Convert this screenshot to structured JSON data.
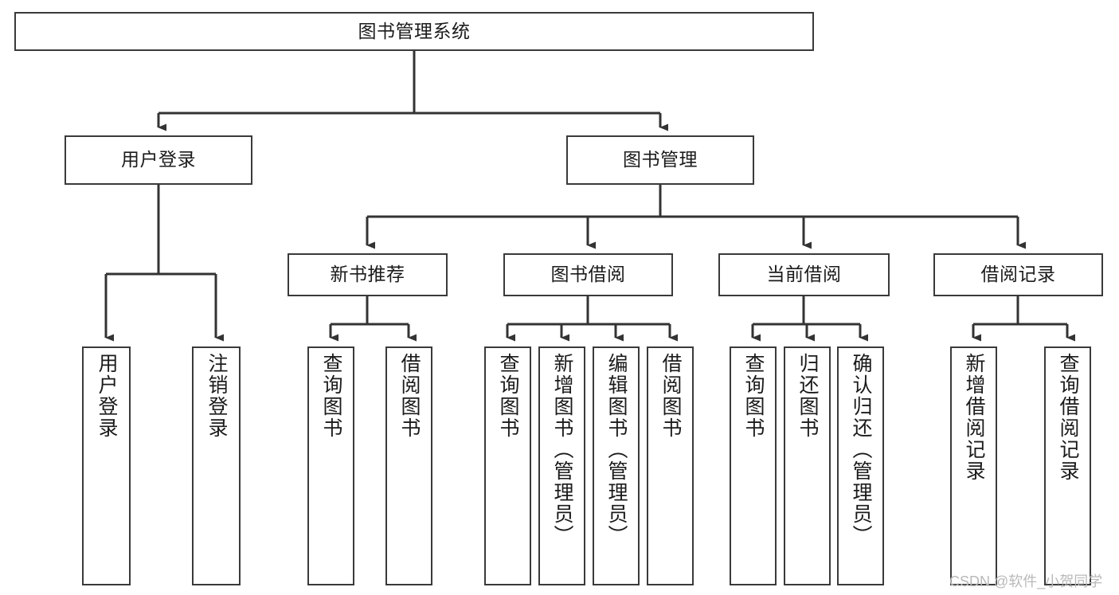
{
  "diagram": {
    "type": "tree",
    "title": "图书管理系统",
    "colors": {
      "box_border": "#3a3a3a",
      "box_fill": "#ffffff",
      "edge": "#333333",
      "text": "#1b1b1b",
      "watermark": "#b9b9b9",
      "background": "#ffffff"
    },
    "watermark": "CSDN @软件_小贺同学",
    "nodes": {
      "root": {
        "label": "图书管理系统"
      },
      "level2": [
        {
          "id": "user-login",
          "label": "用户登录"
        },
        {
          "id": "book-manage",
          "label": "图书管理"
        }
      ],
      "level3": [
        {
          "id": "new-book-rec",
          "label": "新书推荐"
        },
        {
          "id": "book-borrow",
          "label": "图书借阅"
        },
        {
          "id": "current-borrow",
          "label": "当前借阅"
        },
        {
          "id": "borrow-record",
          "label": "借阅记录"
        }
      ],
      "leaves": [
        {
          "id": "leaf-user-login",
          "label": "用户登录",
          "parent": "user-login"
        },
        {
          "id": "leaf-logout",
          "label": "注销登录",
          "parent": "user-login"
        },
        {
          "id": "leaf-query-book-1",
          "label": "查询图书",
          "parent": "new-book-rec"
        },
        {
          "id": "leaf-borrow-book-1",
          "label": "借阅图书",
          "parent": "new-book-rec"
        },
        {
          "id": "leaf-query-book-2",
          "label": "查询图书",
          "parent": "book-borrow"
        },
        {
          "id": "leaf-add-book",
          "label": "新增图书（管理员）",
          "parent": "book-borrow"
        },
        {
          "id": "leaf-edit-book",
          "label": "编辑图书（管理员）",
          "parent": "book-borrow"
        },
        {
          "id": "leaf-borrow-book-2",
          "label": "借阅图书",
          "parent": "book-borrow"
        },
        {
          "id": "leaf-query-book-3",
          "label": "查询图书",
          "parent": "current-borrow"
        },
        {
          "id": "leaf-return-book",
          "label": "归还图书",
          "parent": "current-borrow"
        },
        {
          "id": "leaf-confirm-return",
          "label": "确认归还（管理员）",
          "parent": "current-borrow"
        },
        {
          "id": "leaf-add-record",
          "label": "新增借阅记录",
          "parent": "borrow-record"
        },
        {
          "id": "leaf-query-record",
          "label": "查询借阅记录",
          "parent": "borrow-record"
        }
      ]
    }
  }
}
